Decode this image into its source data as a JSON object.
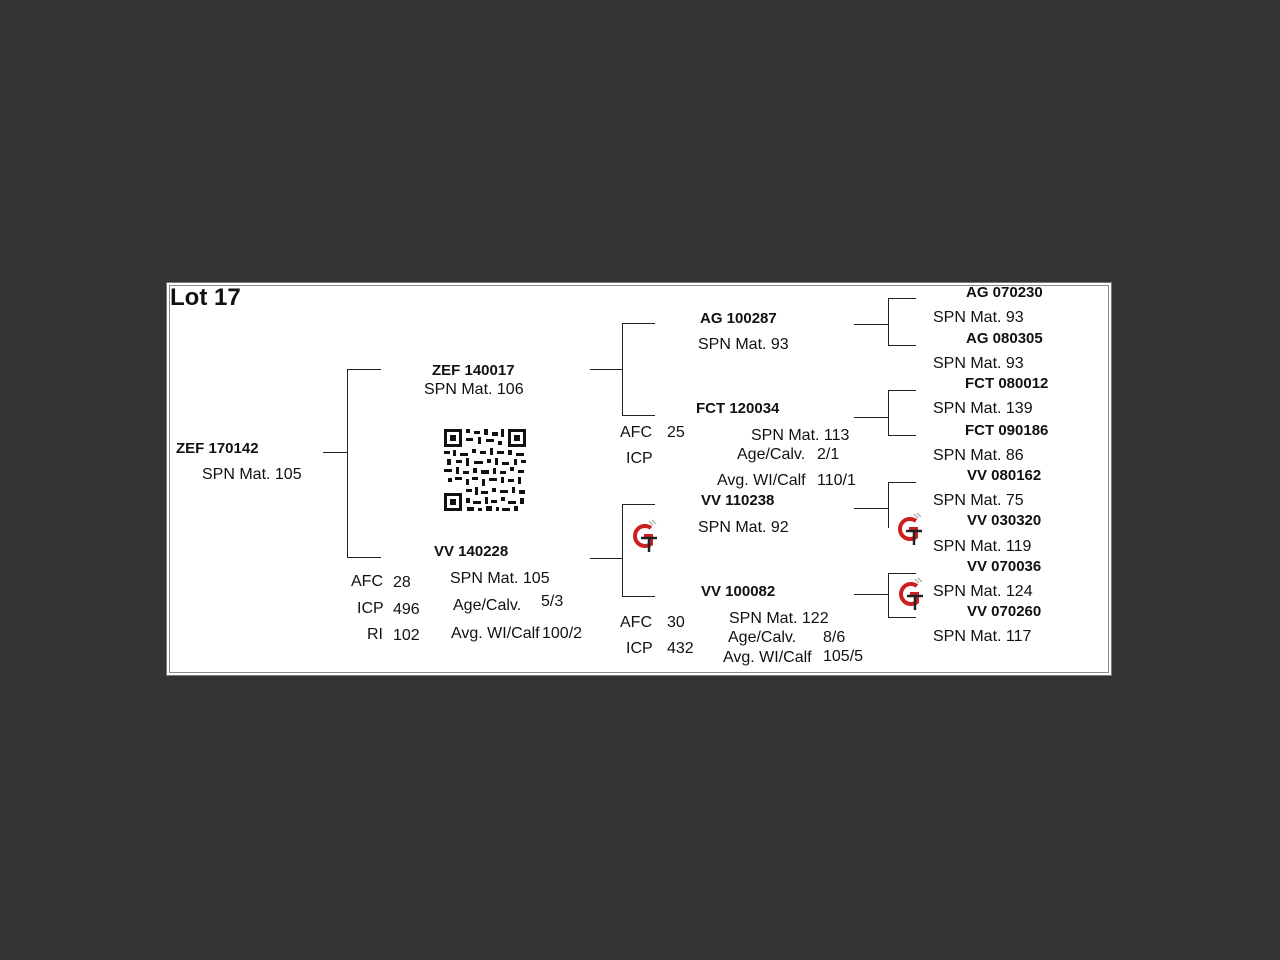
{
  "lot": {
    "title": "Lot 17"
  },
  "subject": {
    "id": "ZEF 170142",
    "spn": "SPN Mat. 105"
  },
  "sire": {
    "id": "ZEF 140017",
    "spn": "SPN Mat. 106"
  },
  "dam": {
    "id": "VV  140228",
    "afc_label": "AFC",
    "afc": "28",
    "icp_label": "ICP",
    "icp": "496",
    "ri_label": "RI",
    "ri": "102",
    "spn": "SPN Mat. 105",
    "age_label": "Age/Calv.",
    "age": "5/3",
    "wi_label": "Avg. WI/Calf",
    "wi": "100/2"
  },
  "sire_sire": {
    "id": "AG  100287",
    "spn": "SPN Mat. 93"
  },
  "sire_dam": {
    "id": "FCT 120034",
    "afc_label": "AFC",
    "afc": "25",
    "icp_label": "ICP",
    "spn": "SPN Mat. 113",
    "age_label": "Age/Calv.",
    "age": "2/1",
    "wi_label": "Avg. WI/Calf",
    "wi": "110/1"
  },
  "dam_sire": {
    "id": "VV  110238",
    "spn": "SPN Mat. 92"
  },
  "dam_dam": {
    "id": "VV  100082",
    "afc_label": "AFC",
    "afc": "30",
    "icp_label": "ICP",
    "icp": "432",
    "spn": "SPN Mat. 122",
    "age_label": "Age/Calv.",
    "age": "8/6",
    "wi_label": "Avg. WI/Calf",
    "wi": "105/5"
  },
  "gen3": [
    {
      "id": "AG  070230",
      "spn": "SPN Mat. 93"
    },
    {
      "id": "AG  080305",
      "spn": "SPN Mat. 93"
    },
    {
      "id": "FCT 080012",
      "spn": "SPN Mat. 139"
    },
    {
      "id": "FCT 090186",
      "spn": "SPN Mat. 86"
    },
    {
      "id": "VV  080162",
      "spn": "SPN Mat. 75"
    },
    {
      "id": "VV  030320",
      "spn": "SPN Mat. 119"
    },
    {
      "id": "VV  070036",
      "spn": "SPN Mat. 124"
    },
    {
      "id": "VV  070260",
      "spn": "SPN Mat. 117"
    }
  ],
  "colors": {
    "logo_red": "#cc1f1f",
    "logo_dark": "#222222"
  },
  "icons": {
    "qr": "qr-code-icon",
    "logo": "gt-logo-icon"
  }
}
